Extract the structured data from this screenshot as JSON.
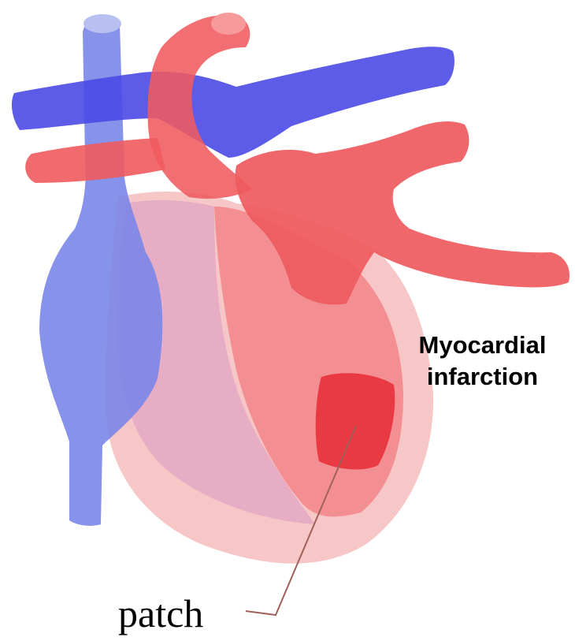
{
  "labels": {
    "infarction_line1": "Myocardial",
    "infarction_line2": "infarction",
    "patch": "patch"
  },
  "colors": {
    "vein_blue": "#4a4ae6",
    "vena_cava_blue": "#7a86e8",
    "artery_red": "#ef5a5e",
    "heart_light_pink": "#f6c0c0",
    "ventricle_mauve": "#e4a8c4",
    "left_ventricle_red": "#f2888c",
    "infarct_red": "#e8323c",
    "pointer_line": "#a0605a"
  }
}
